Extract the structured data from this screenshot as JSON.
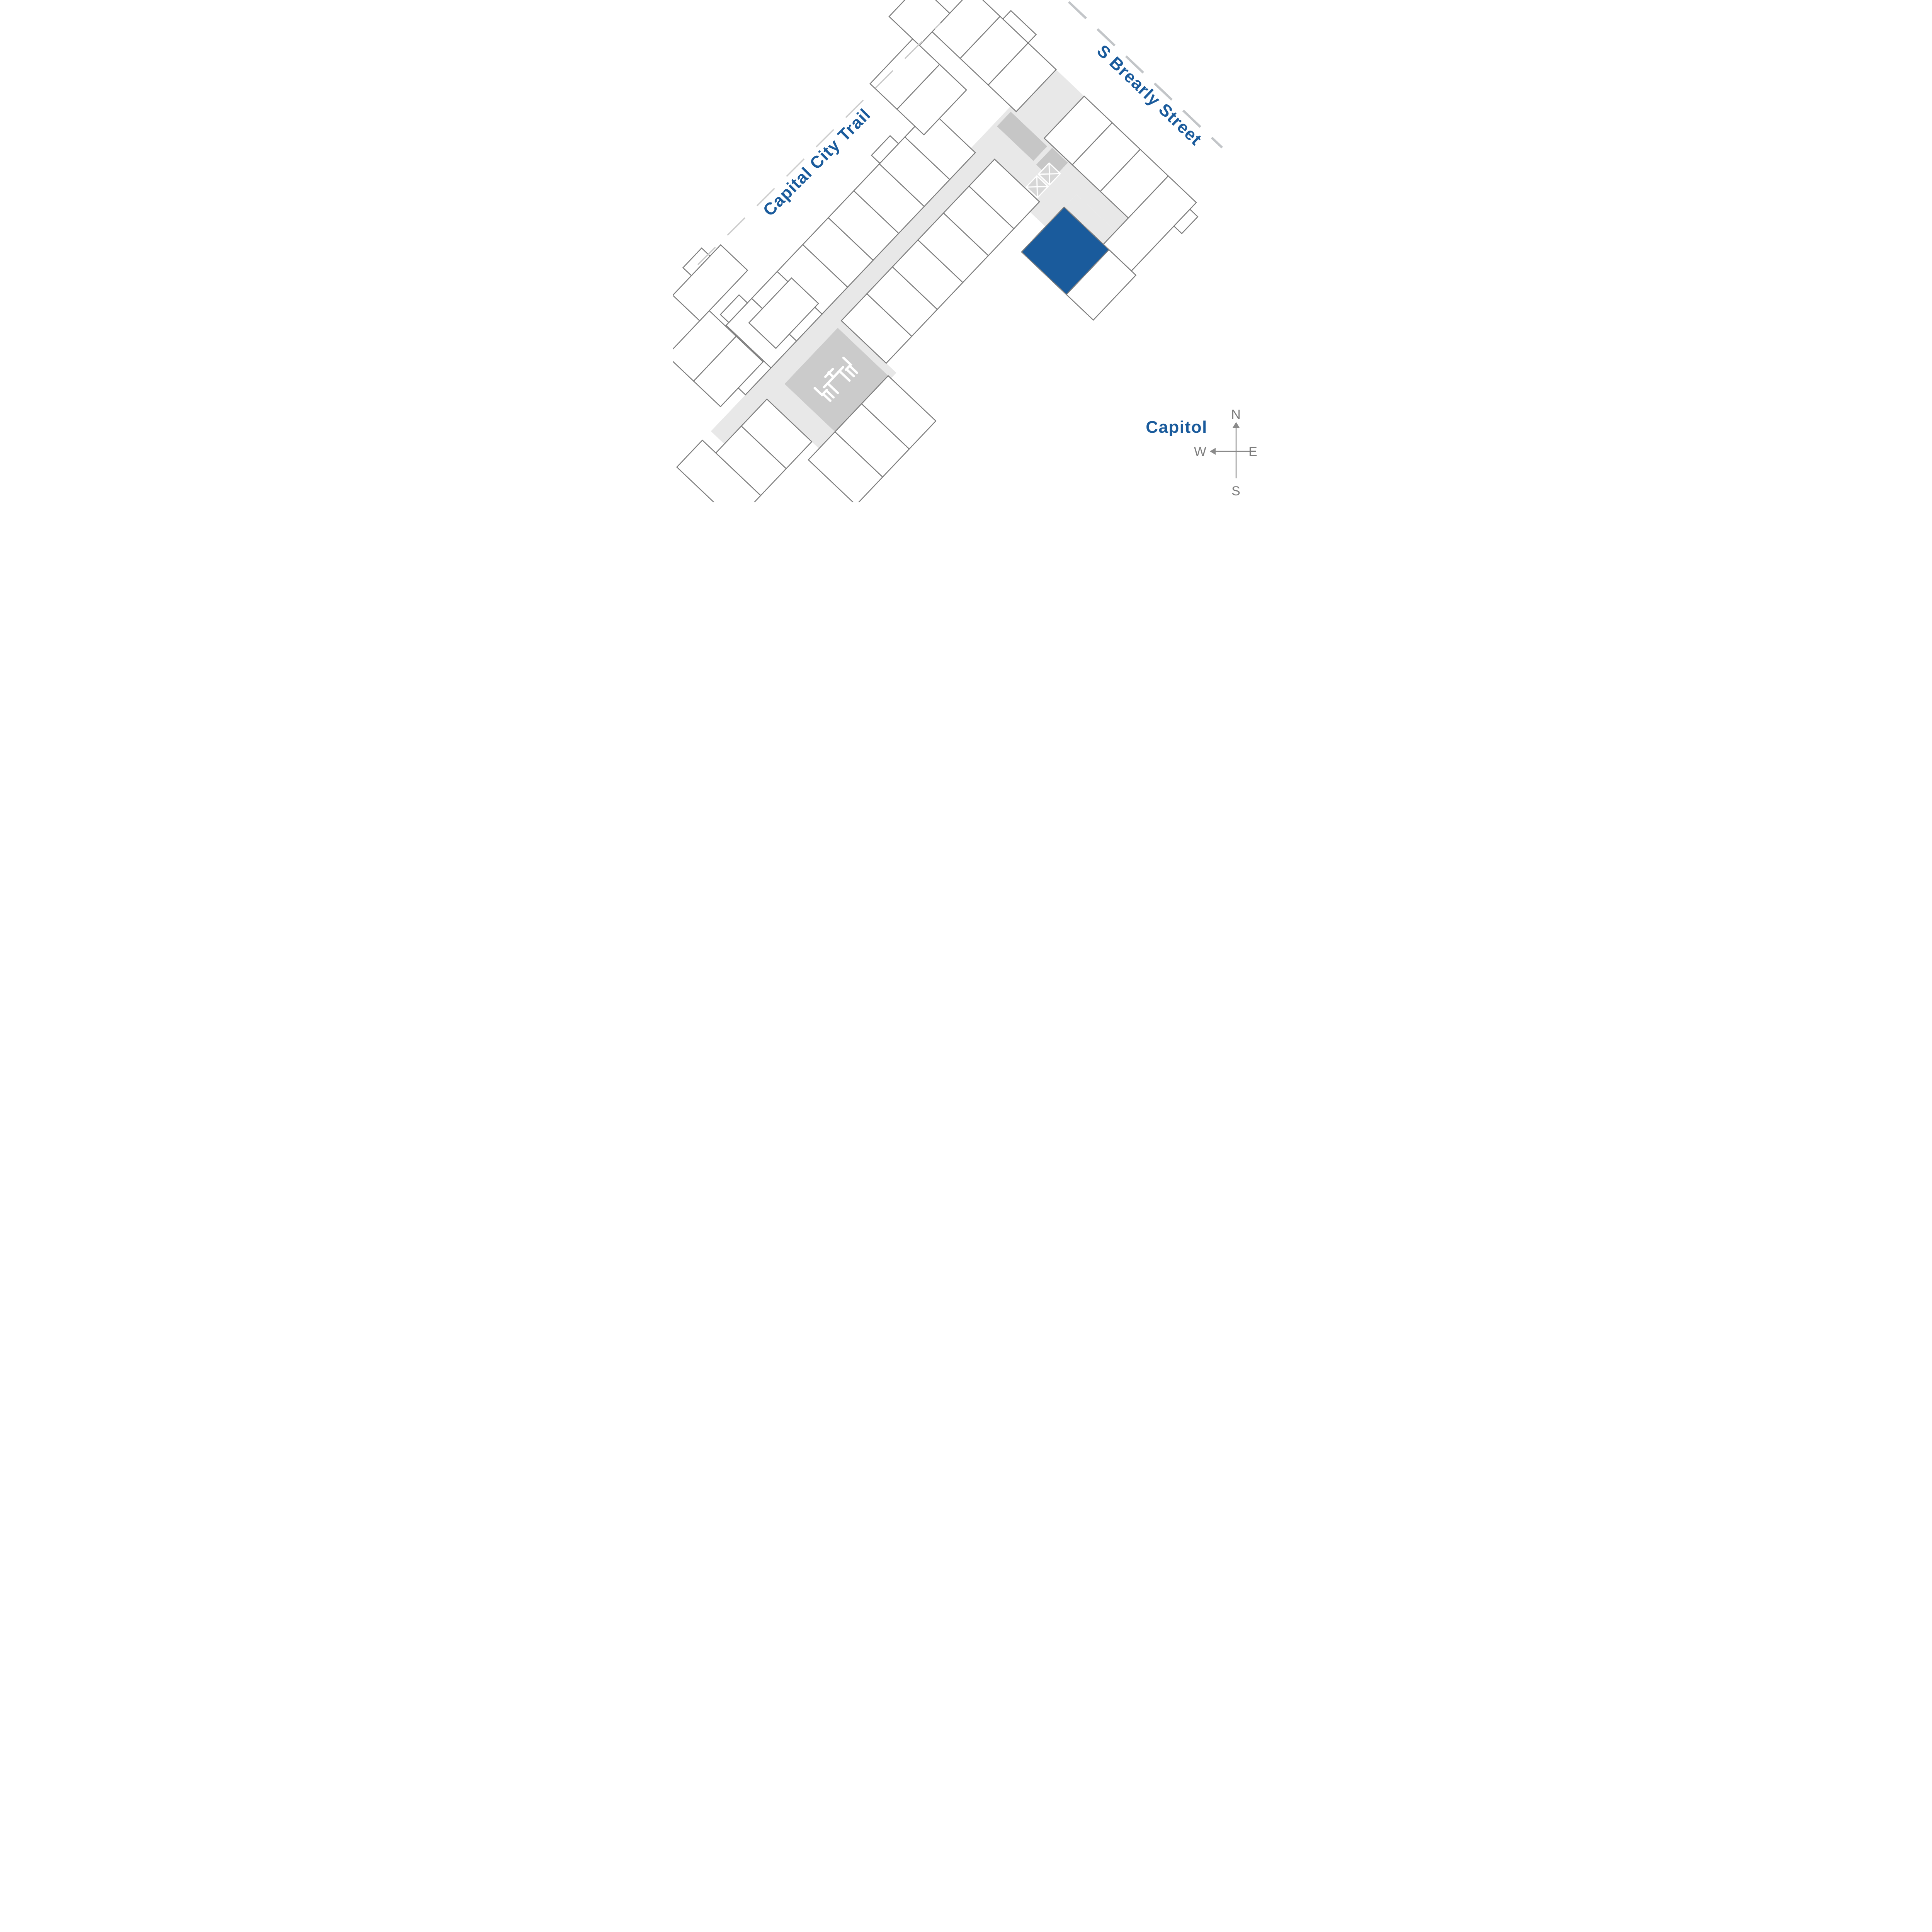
{
  "labels": {
    "trail": "Capital City Trail",
    "street": "S Brearly Street",
    "landmark": "Capitol"
  },
  "compass": {
    "n": "N",
    "e": "E",
    "s": "S",
    "w": "W"
  },
  "colors": {
    "accent_blue": "#1A5B9C",
    "highlight_unit_fill": "#1A5B9C",
    "unit_outline": "#7D7D7D",
    "floor_gray": "#E8E8E8",
    "amenity_gray": "#CBCBCB",
    "stair_gray": "#C6C6C6",
    "trail_dash_gray": "#CDCDCD",
    "street_dash_gray": "#C2C5C8"
  },
  "icons": {
    "picnic_table": "picnic-table-icon",
    "elevator": "elevator-x-icon",
    "compass_rose": "compass-icon"
  }
}
